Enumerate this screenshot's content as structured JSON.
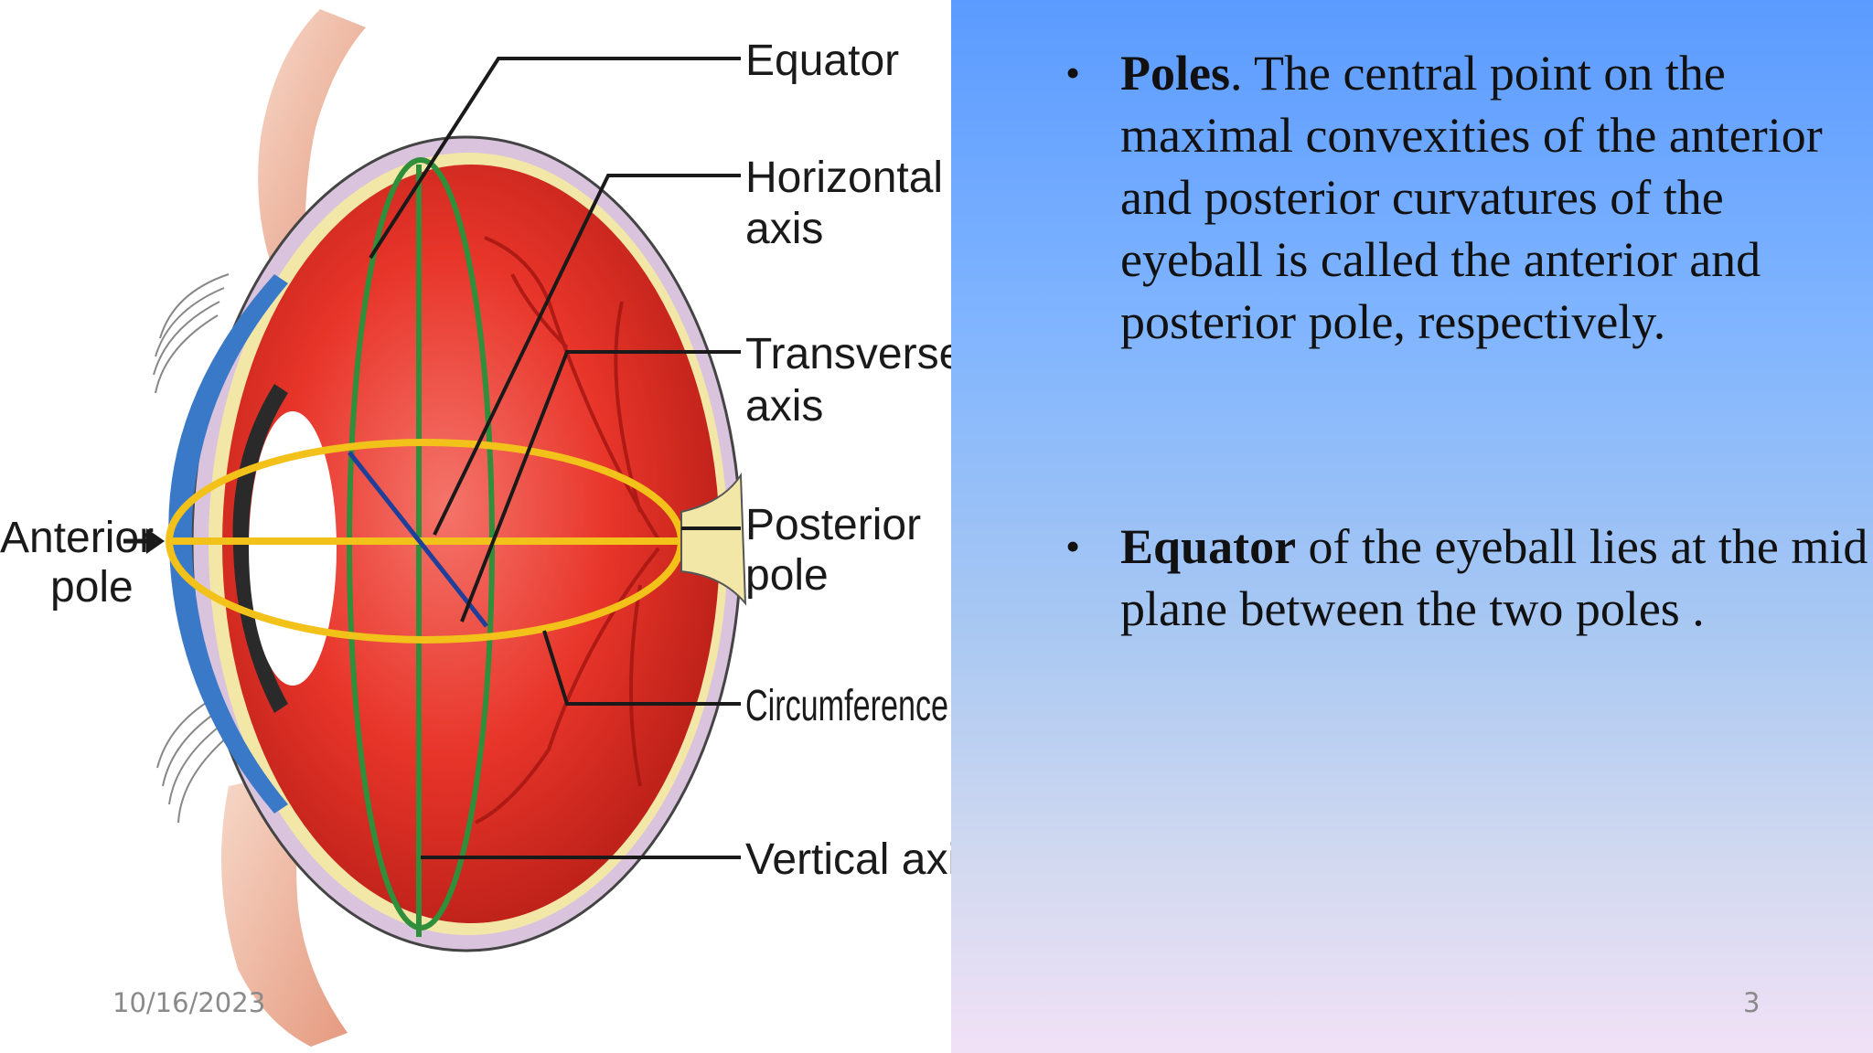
{
  "slide": {
    "date": "10/16/2023",
    "page_number": "3"
  },
  "diagram": {
    "labels": {
      "equator": "Equator",
      "horizontal_axis_1": "Horizontal",
      "horizontal_axis_2": "axis",
      "transverse_axis_1": "Transverse",
      "transverse_axis_2": "axis",
      "posterior_pole_1": "Posterior",
      "posterior_pole_2": "pole",
      "circumference": "Circumference",
      "vertical_axis": "Vertical axis",
      "anterior_pole_1": "Anterior",
      "anterior_pole_2": "pole"
    },
    "colors": {
      "eyeball": "#e8352a",
      "equator_ring": "#2f8f3a",
      "circumference_ring": "#f2c21a",
      "transverse_line": "#1f3f9a",
      "cornea": "#3a78c8",
      "sclera": "#d9c3dd"
    }
  },
  "bullets": [
    {
      "term": "Poles",
      "text": ". The central point on the maximal convexities of the anterior and posterior curvatures of the eyeball is called the anterior and posterior pole, respectively."
    },
    {
      "term": "Equator",
      "text": " of the eyeball lies at the mid plane between the two poles ."
    }
  ]
}
